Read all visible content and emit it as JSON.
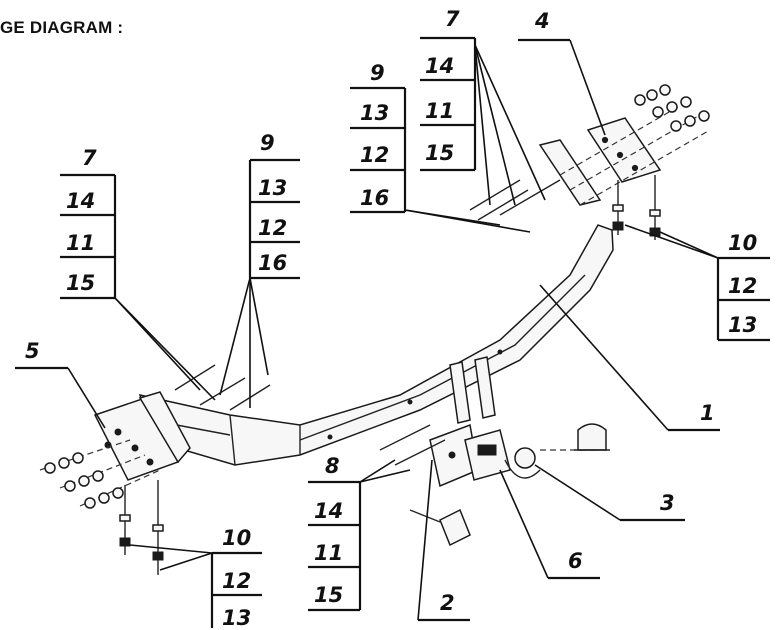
{
  "title": "GE DIAGRAM :",
  "callouts": {
    "top_center_7": [
      "7",
      "14",
      "11",
      "15"
    ],
    "top_center_9": [
      "9",
      "13",
      "12",
      "16"
    ],
    "top_right_4": "4",
    "left_7": [
      "7",
      "14",
      "11",
      "15"
    ],
    "left_9": [
      "9",
      "13",
      "12",
      "16"
    ],
    "right_10": [
      "10",
      "12",
      "13"
    ],
    "left_5": "5",
    "right_1": "1",
    "bottom_8": [
      "8",
      "14",
      "11",
      "15"
    ],
    "bottom_left_10": [
      "10",
      "12",
      "13"
    ],
    "bottom_2": "2",
    "bottom_3": "3",
    "bottom_6": "6"
  }
}
